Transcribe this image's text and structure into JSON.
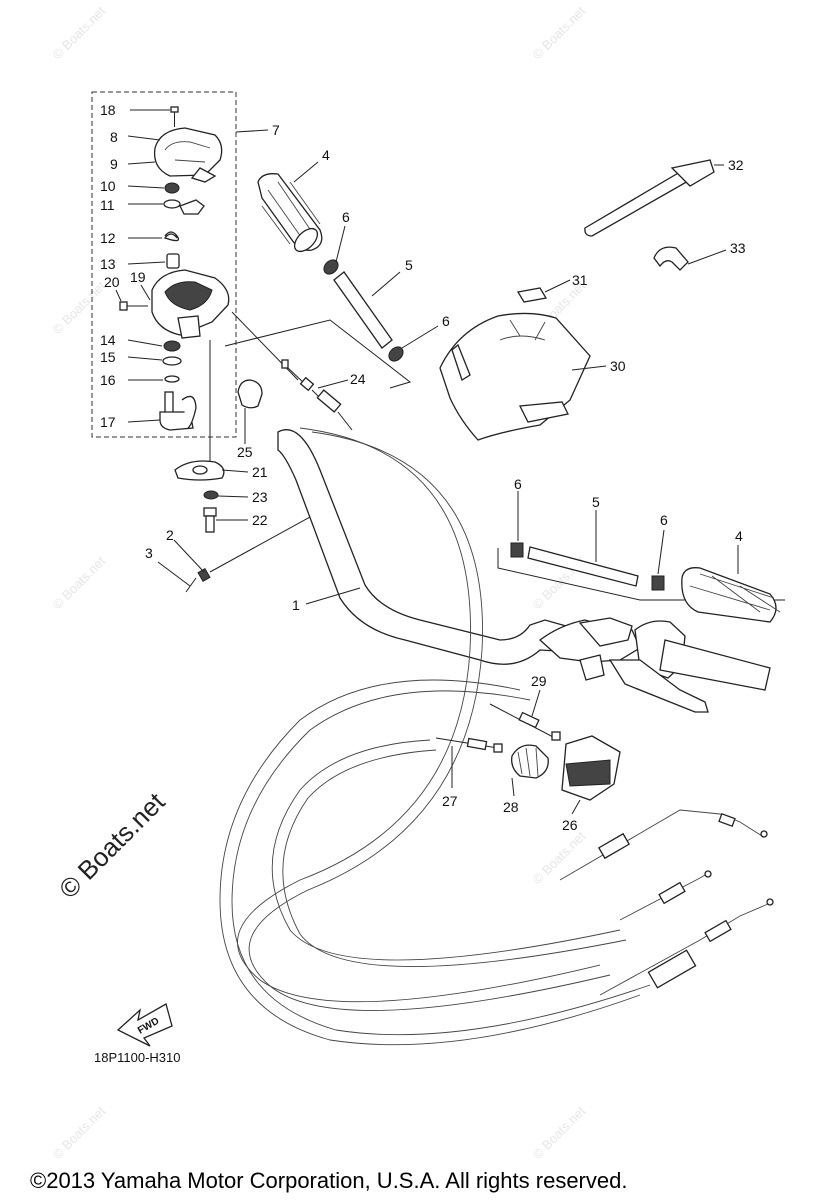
{
  "watermarks": {
    "small": "© Boats.net",
    "large": "© Boats.net"
  },
  "diagram_code": "18P1100-H310",
  "fwd_label": "FWD",
  "copyright": "©2013 Yamaha Motor Corporation, U.S.A. All rights reserved.",
  "callouts": {
    "c1": "1",
    "c2": "2",
    "c3": "3",
    "c4a": "4",
    "c4b": "4",
    "c5a": "5",
    "c5b": "5",
    "c6a": "6",
    "c6b": "6",
    "c6c": "6",
    "c6d": "6",
    "c7": "7",
    "c8": "8",
    "c9": "9",
    "c10": "10",
    "c11": "11",
    "c12": "12",
    "c13": "13",
    "c14": "14",
    "c15": "15",
    "c16": "16",
    "c17": "17",
    "c18": "18",
    "c19": "19",
    "c20": "20",
    "c21": "21",
    "c22": "22",
    "c23": "23",
    "c24": "24",
    "c25": "25",
    "c26": "26",
    "c27": "27",
    "c28": "28",
    "c29": "29",
    "c30": "30",
    "c31": "31",
    "c32": "32",
    "c33": "33"
  }
}
